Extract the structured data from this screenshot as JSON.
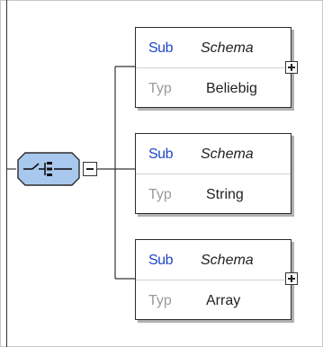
{
  "nodes": [
    {
      "key": "Sub",
      "schema": "Schema",
      "type_key": "Typ",
      "type_value": "Beliebig",
      "expandable": true
    },
    {
      "key": "Sub",
      "schema": "Schema",
      "type_key": "Typ",
      "type_value": "String",
      "expandable": false
    },
    {
      "key": "Sub",
      "schema": "Schema",
      "type_key": "Typ",
      "type_value": "Array",
      "expandable": true
    }
  ],
  "colors": {
    "choice_fill": "#a9c8ee",
    "key_blue": "#1f45c8",
    "key_gray": "#9a9a9a"
  },
  "icons": {
    "choice": "choice-compositor-icon",
    "expand": "expand-plus-icon",
    "collapse": "collapse-minus-icon"
  }
}
